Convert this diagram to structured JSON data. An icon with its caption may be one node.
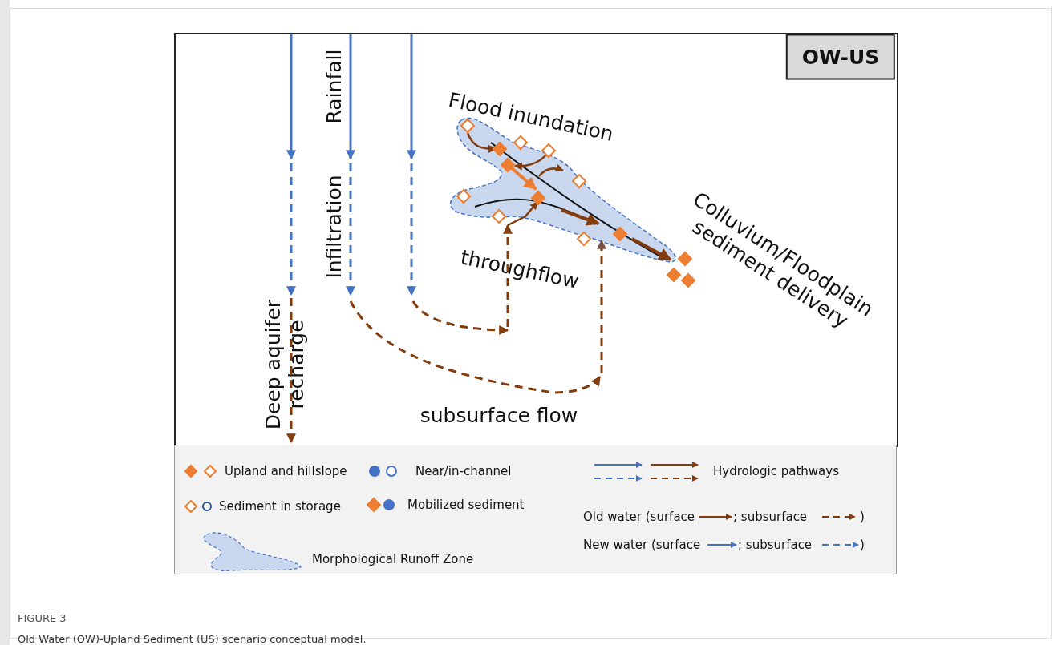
{
  "diagram": {
    "caption": "Old Water (OW)-Upland Sediment (US) scenario conceptual model.",
    "labels": [
      "OW-US",
      "Rainfall",
      "Flood inundation",
      "Infiltration",
      "Colluvium/Floodplain sediment delivery",
      "throughflow",
      "Deep aquifer recharge",
      "subsurface flow",
      "Old water (surface",
      "; subsurface",
      ")",
      "New water (surface",
      "; subsurface",
      ")",
      "FIGURE 3"
    ],
    "legend": [
      {
        "text": "Upland and hillslope"
      },
      {
        "text": "Near/in-channel"
      },
      {
        "text": "Hydrologic pathways"
      },
      {
        "text": "Sediment in storage"
      },
      {
        "text": "Mobilized sediment"
      },
      {
        "text": "Morphological Runoff Zone"
      }
    ]
  }
}
